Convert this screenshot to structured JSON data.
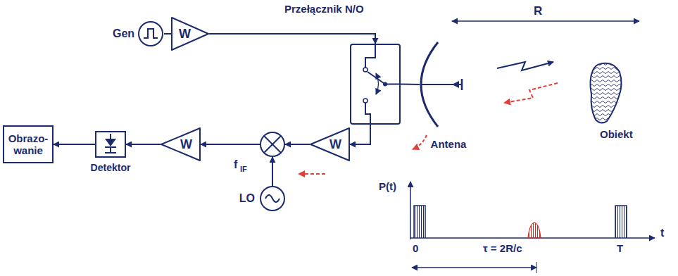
{
  "diagram": {
    "nodes": [
      {
        "text": [
          "Gen"
        ]
      },
      {
        "text": [
          "W"
        ]
      },
      {
        "text": [
          "Przełącznik N/O"
        ]
      },
      {
        "text": [
          "Antena"
        ]
      },
      {
        "text": [
          "Obiekt"
        ]
      },
      {
        "text": [
          "Obrazo- wanie"
        ]
      },
      {
        "text": [
          "Detektor"
        ]
      },
      {
        "text": [
          "W"
        ]
      },
      {
        "text": [
          "W"
        ]
      },
      {
        "text": [
          "LO"
        ]
      }
    ],
    "edges": [
      {
        "from": 0,
        "to": 1,
        "arrow": "none"
      },
      {
        "from": 1,
        "to": 2,
        "arrow": "to"
      },
      {
        "from": 2,
        "to": 3,
        "arrow": "none"
      },
      {
        "from": 2,
        "to": 8,
        "arrow": "to"
      },
      {
        "from": 8,
        "to": 7,
        "arrow": "to"
      },
      {
        "from": 7,
        "to": 6,
        "arrow": "to"
      },
      {
        "from": 6,
        "to": 5,
        "arrow": "to"
      }
    ],
    "labels": [
      "R",
      "f",
      "IF",
      "P(t)",
      "t",
      "0",
      "τ = 2R/c",
      "T"
    ]
  }
}
